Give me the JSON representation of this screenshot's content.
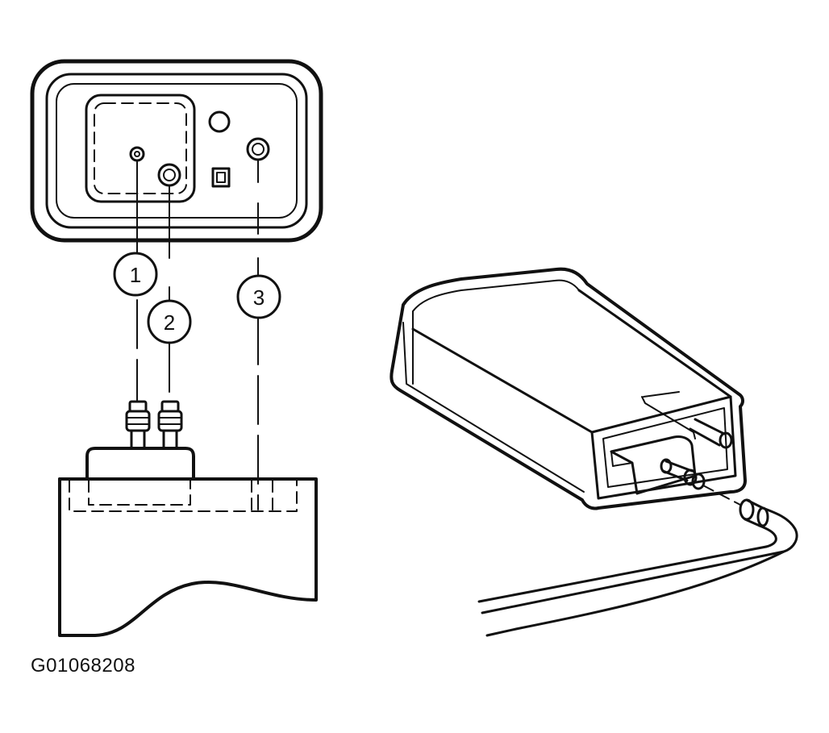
{
  "figure_id": "G01068208",
  "callouts": [
    {
      "label": "1"
    },
    {
      "label": "2"
    },
    {
      "label": "3"
    }
  ]
}
